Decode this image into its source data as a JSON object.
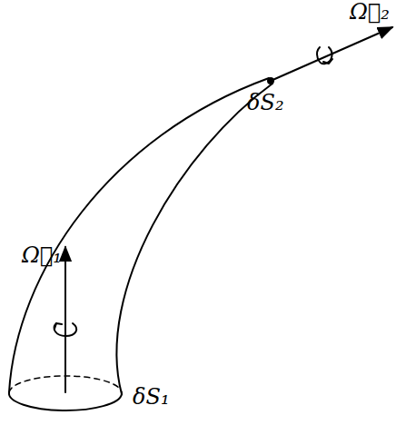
{
  "diagram": {
    "labels": [
      "Ω⃗₂",
      "δS₂",
      "Ω⃗₁",
      "δS₁"
    ]
  }
}
